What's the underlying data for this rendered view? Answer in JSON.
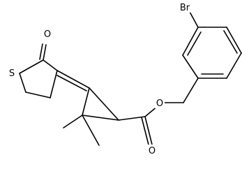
{
  "molecule": {
    "atoms": {
      "sulfur": "S",
      "ketone_oxygen": "O",
      "ester_ether_oxygen": "O",
      "ester_carbonyl_oxygen": "O",
      "bromine": "Br"
    }
  }
}
